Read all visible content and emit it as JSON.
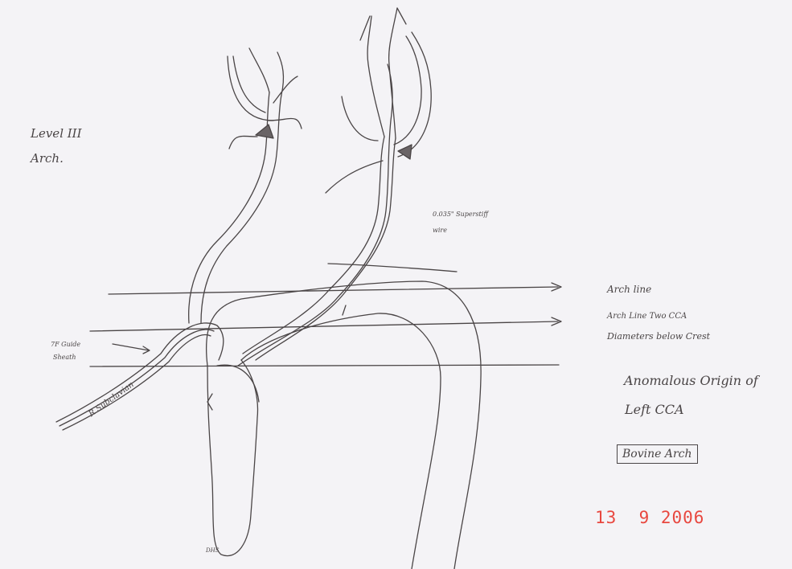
{
  "labels": {
    "level": "Level III",
    "arch": "Arch.",
    "wire_line1": "0.035\" Superstiff",
    "wire_line2": "wire",
    "arch_line": "Arch line",
    "arch_line_two_line1": "Arch Line Two CCA",
    "arch_line_two_line2": "Diameters below Crest",
    "guide_sheath_line1": "7F Guide",
    "guide_sheath_line2": "Sheath",
    "subclavian": "R Subclavian",
    "anomalous_line1": "Anomalous Origin of",
    "anomalous_line2": "Left CCA",
    "bovine": "Bovine Arch",
    "foot_mark": "DHS"
  },
  "date_stamp": "13  9 2006",
  "colors": {
    "paper": "#f4f3f6",
    "ink": "#4a4546",
    "date_stamp": "#e8473f"
  }
}
